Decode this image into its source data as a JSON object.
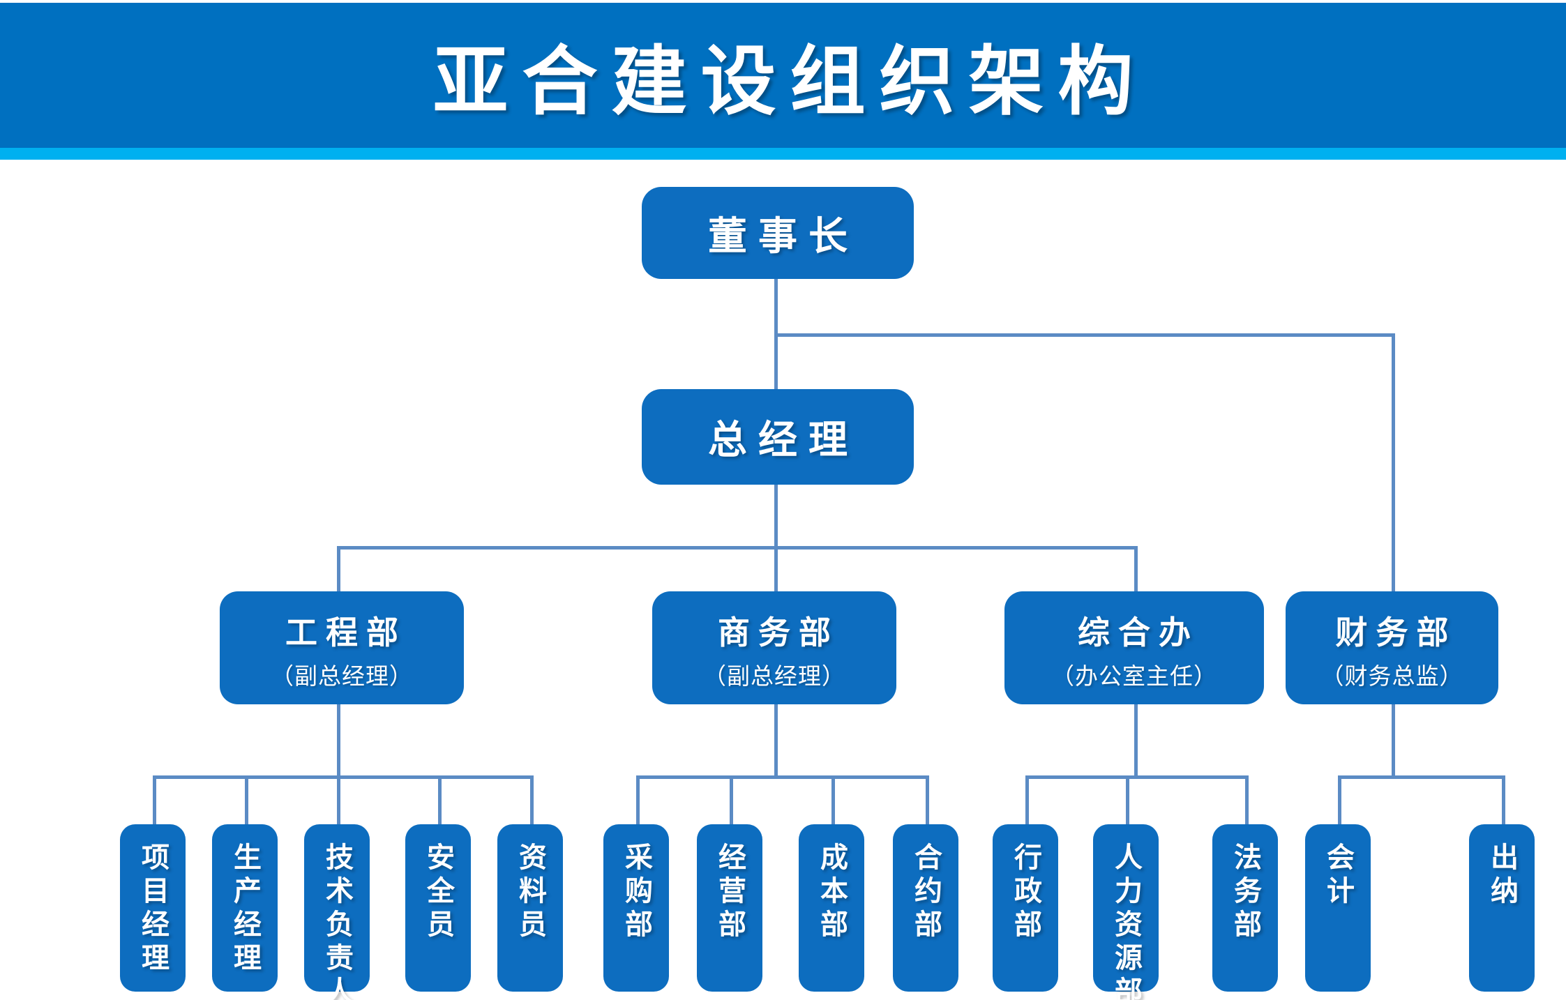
{
  "header": {
    "title": "亚合建设组织架构",
    "bar_color": "#0070C0",
    "accent_color": "#00B0F0",
    "title_color": "#FFFFFF"
  },
  "theme": {
    "node_fill": "#0D6DBF",
    "connector_color": "#5B8BC4",
    "background": "#FFFFFF"
  },
  "chart_data": {
    "type": "org-chart",
    "title": "亚合建设组织架构",
    "root": "董事长",
    "levels": 4,
    "nodes": [
      {
        "id": "chairman",
        "label": "董事长",
        "level": 1,
        "parent": null
      },
      {
        "id": "gm",
        "label": "总经理",
        "level": 2,
        "parent": "chairman"
      },
      {
        "id": "eng",
        "label": "工程部",
        "role": "（副总经理）",
        "level": 3,
        "parent": "gm"
      },
      {
        "id": "biz",
        "label": "商务部",
        "role": "（副总经理）",
        "level": 3,
        "parent": "gm"
      },
      {
        "id": "adm",
        "label": "综合办",
        "role": "（办公室主任）",
        "level": 3,
        "parent": "gm"
      },
      {
        "id": "fin",
        "label": "财务部",
        "role": "（财务总监）",
        "level": 3,
        "parent": "chairman"
      },
      {
        "id": "eng1",
        "label": "项目经理",
        "level": 4,
        "parent": "eng"
      },
      {
        "id": "eng2",
        "label": "生产经理",
        "level": 4,
        "parent": "eng"
      },
      {
        "id": "eng3",
        "label": "技术负责人",
        "level": 4,
        "parent": "eng"
      },
      {
        "id": "eng4",
        "label": "安全员",
        "level": 4,
        "parent": "eng"
      },
      {
        "id": "eng5",
        "label": "资料员",
        "level": 4,
        "parent": "eng"
      },
      {
        "id": "biz1",
        "label": "采购部",
        "level": 4,
        "parent": "biz"
      },
      {
        "id": "biz2",
        "label": "经营部",
        "level": 4,
        "parent": "biz"
      },
      {
        "id": "biz3",
        "label": "成本部",
        "level": 4,
        "parent": "biz"
      },
      {
        "id": "biz4",
        "label": "合约部",
        "level": 4,
        "parent": "biz"
      },
      {
        "id": "adm1",
        "label": "行政部",
        "level": 4,
        "parent": "adm"
      },
      {
        "id": "adm2",
        "label": "人力资源部",
        "level": 4,
        "parent": "adm"
      },
      {
        "id": "adm3",
        "label": "法务部",
        "level": 4,
        "parent": "adm"
      },
      {
        "id": "fin1",
        "label": "会计",
        "level": 4,
        "parent": "fin"
      },
      {
        "id": "fin2",
        "label": "出纳",
        "level": 4,
        "parent": "fin"
      }
    ]
  },
  "nodes": {
    "chairman": {
      "label": "董事长"
    },
    "gm": {
      "label": "总经理"
    },
    "eng": {
      "label": "工程部",
      "role": "（副总经理）"
    },
    "biz": {
      "label": "商务部",
      "role": "（副总经理）"
    },
    "adm": {
      "label": "综合办",
      "role": "（办公室主任）"
    },
    "fin": {
      "label": "财务部",
      "role": "（财务总监）"
    },
    "eng1": {
      "label": "项目经理"
    },
    "eng2": {
      "label": "生产经理"
    },
    "eng3": {
      "label": "技术负责人"
    },
    "eng4": {
      "label": "安全员"
    },
    "eng5": {
      "label": "资料员"
    },
    "biz1": {
      "label": "采购部"
    },
    "biz2": {
      "label": "经营部"
    },
    "biz3": {
      "label": "成本部"
    },
    "biz4": {
      "label": "合约部"
    },
    "adm1": {
      "label": "行政部"
    },
    "adm2": {
      "label": "人力资源部"
    },
    "adm3": {
      "label": "法务部"
    },
    "fin1": {
      "label": "会计"
    },
    "fin2": {
      "label": "出纳"
    }
  }
}
